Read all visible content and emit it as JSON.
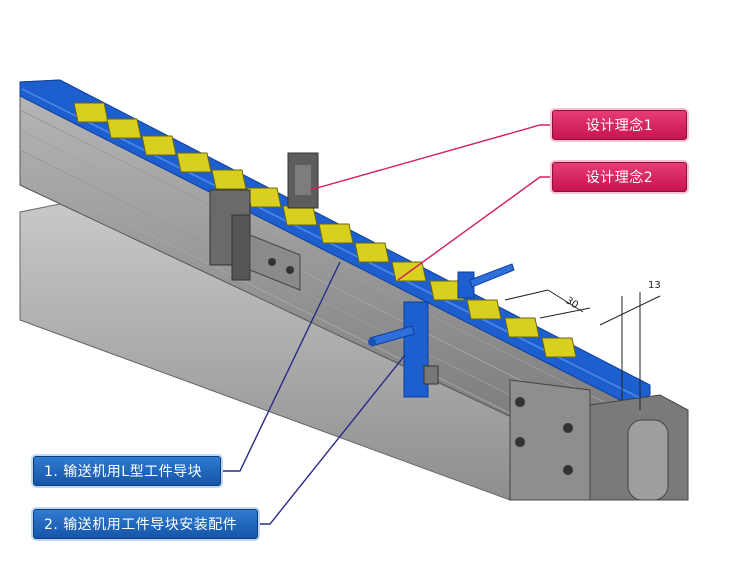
{
  "callouts": {
    "design1": "设计理念1",
    "design2": "设计理念2",
    "item1": "1. 输送机用L型工件导块",
    "item2": "2. 输送机用工件导块安装配件"
  },
  "dimensions": {
    "pitch": "30",
    "width": "13"
  },
  "colors": {
    "rail": "#1e5fd0",
    "guide_block": "#d8cf1e",
    "frame": "#8c8c8c",
    "pink_callout": "#d61e5a",
    "blue_callout": "#1a63bf"
  }
}
